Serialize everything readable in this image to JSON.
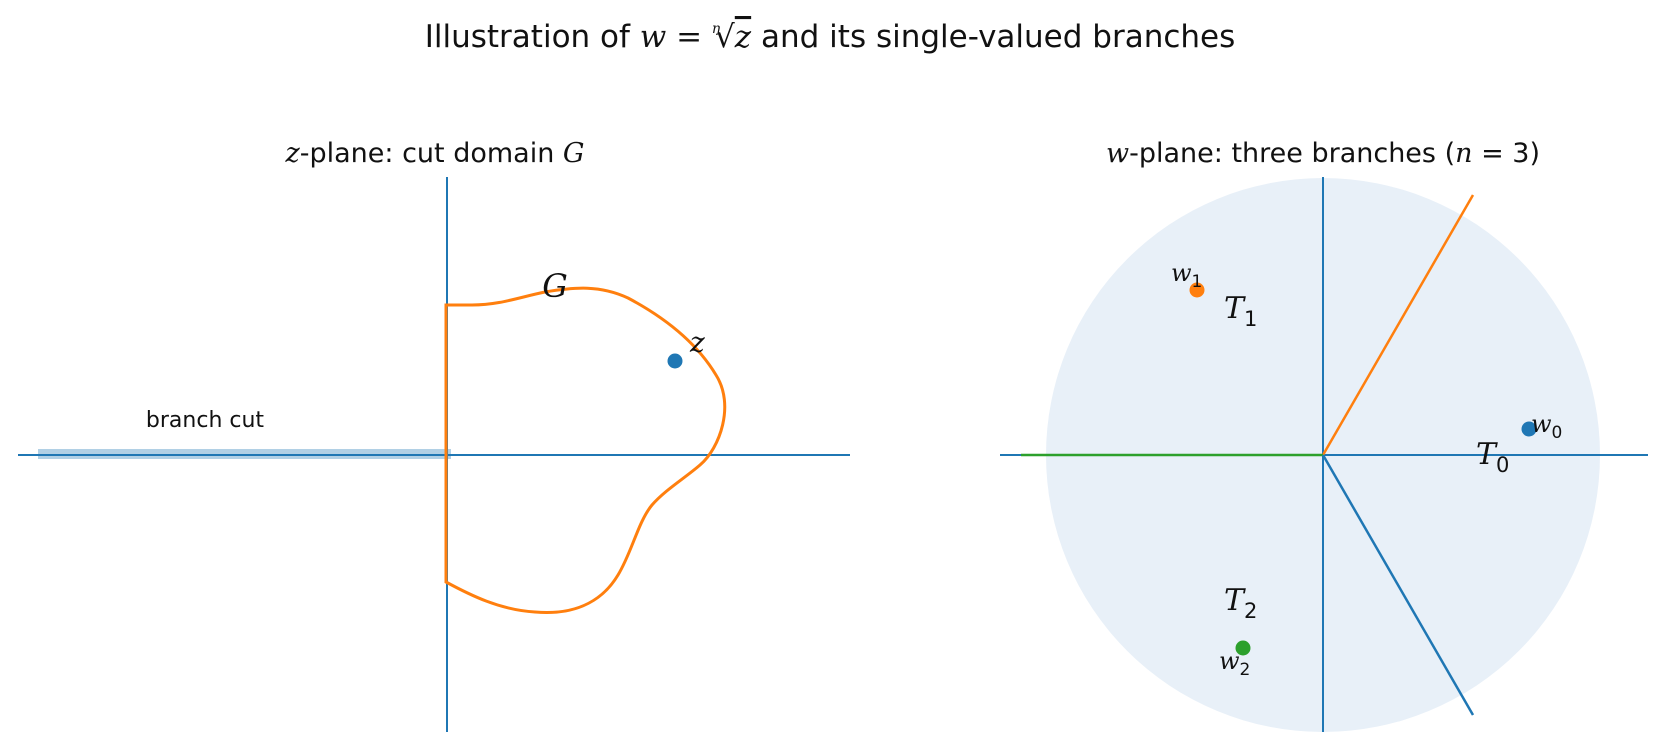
{
  "figure": {
    "title_prefix": "Illustration of ",
    "title_math_lhs": "w = ",
    "title_root_index": "n",
    "title_root_arg": "z",
    "title_suffix": " and its single-valued branches"
  },
  "z_plane": {
    "title_var": "z",
    "title_rest": "-plane: cut domain ",
    "title_domain": "G",
    "domain_label": "G",
    "point_label": "z",
    "branch_cut_label": "branch cut",
    "colors": {
      "axes": "#1f77b4",
      "boundary": "#ff7f0e",
      "point": "#1f77b4",
      "cut": "#1f77b4"
    }
  },
  "w_plane": {
    "title_var": "w",
    "title_rest": "-plane: three branches (",
    "title_n": "n",
    "title_eq": " = 3)",
    "points": [
      {
        "base": "w",
        "sub": "0",
        "color": "#1f77b4"
      },
      {
        "base": "w",
        "sub": "1",
        "color": "#ff7f0e"
      },
      {
        "base": "w",
        "sub": "2",
        "color": "#2ca02c"
      }
    ],
    "sectors": [
      {
        "base": "T",
        "sub": "0"
      },
      {
        "base": "T",
        "sub": "1"
      },
      {
        "base": "T",
        "sub": "2"
      }
    ],
    "rays": [
      {
        "angle_deg": 60,
        "color": "#ff7f0e"
      },
      {
        "angle_deg": 180,
        "color": "#2ca02c"
      },
      {
        "angle_deg": -60,
        "color": "#1f77b4"
      }
    ],
    "colors": {
      "axes": "#1f77b4",
      "disk_fill": "#e8f0f8"
    }
  }
}
